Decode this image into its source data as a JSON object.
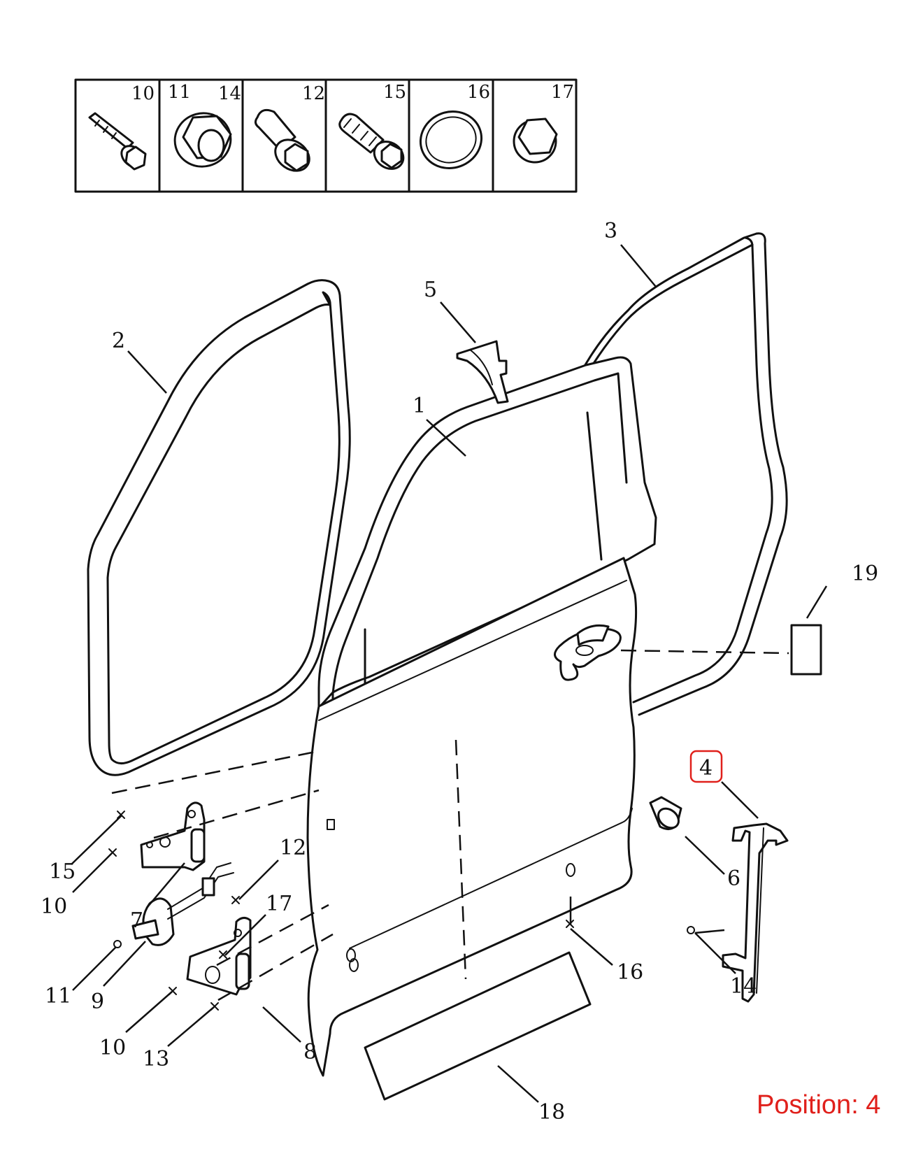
{
  "legend_table": {
    "cells": [
      {
        "labels": [
          "10"
        ]
      },
      {
        "labels": [
          "11",
          "14"
        ]
      },
      {
        "labels": [
          "12"
        ]
      },
      {
        "labels": [
          "15"
        ]
      },
      {
        "labels": [
          "16"
        ]
      },
      {
        "labels": [
          "17"
        ]
      }
    ]
  },
  "callouts": {
    "c1": "1",
    "c2": "2",
    "c3": "3",
    "c4": "4",
    "c5": "5",
    "c6": "6",
    "c7": "7",
    "c8": "8",
    "c9": "9",
    "c10a": "10",
    "c10b": "10",
    "c11": "11",
    "c12": "12",
    "c13": "13",
    "c14": "14",
    "c15": "15",
    "c16": "16",
    "c17": "17",
    "c18": "18",
    "c19": "19"
  },
  "highlight": {
    "part": "4",
    "color": "#e0201b"
  },
  "position_label": "Position: 4",
  "colors": {
    "ink": "#111111",
    "accent": "#e0201b"
  }
}
